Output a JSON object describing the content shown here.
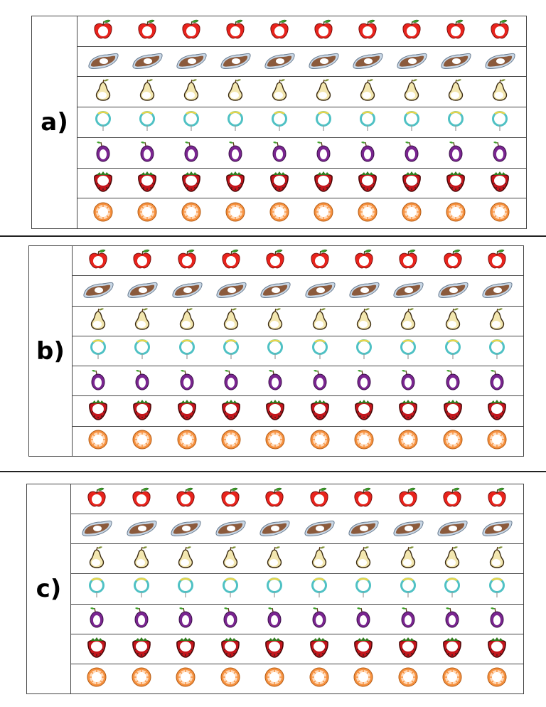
{
  "panels": [
    {
      "label": "a)",
      "rows": [
        "apple",
        "sausage",
        "pear",
        "ring",
        "plum",
        "strawberry",
        "orange"
      ],
      "count": 10
    },
    {
      "label": "b)",
      "rows": [
        "apple",
        "sausage",
        "pear",
        "ring",
        "plum",
        "strawberry",
        "orange"
      ],
      "count": 10
    },
    {
      "label": "c)",
      "rows": [
        "apple",
        "sausage",
        "pear",
        "ring",
        "plum",
        "strawberry",
        "orange"
      ],
      "count": 10
    }
  ],
  "icons": {
    "apple": "apple-icon",
    "sausage": "sausage-icon",
    "pear": "pear-icon",
    "ring": "ring-icon",
    "plum": "plum-icon",
    "strawberry": "strawberry-icon",
    "orange": "orange-slice-icon"
  },
  "colors": {
    "apple": "#e8231c",
    "sausage": "#8b5a3c",
    "pear": "#f3e7b0",
    "ring": "#4fc1c4",
    "plum": "#7a2590",
    "strawberry": "#c4161c",
    "orange": "#f6913f"
  }
}
